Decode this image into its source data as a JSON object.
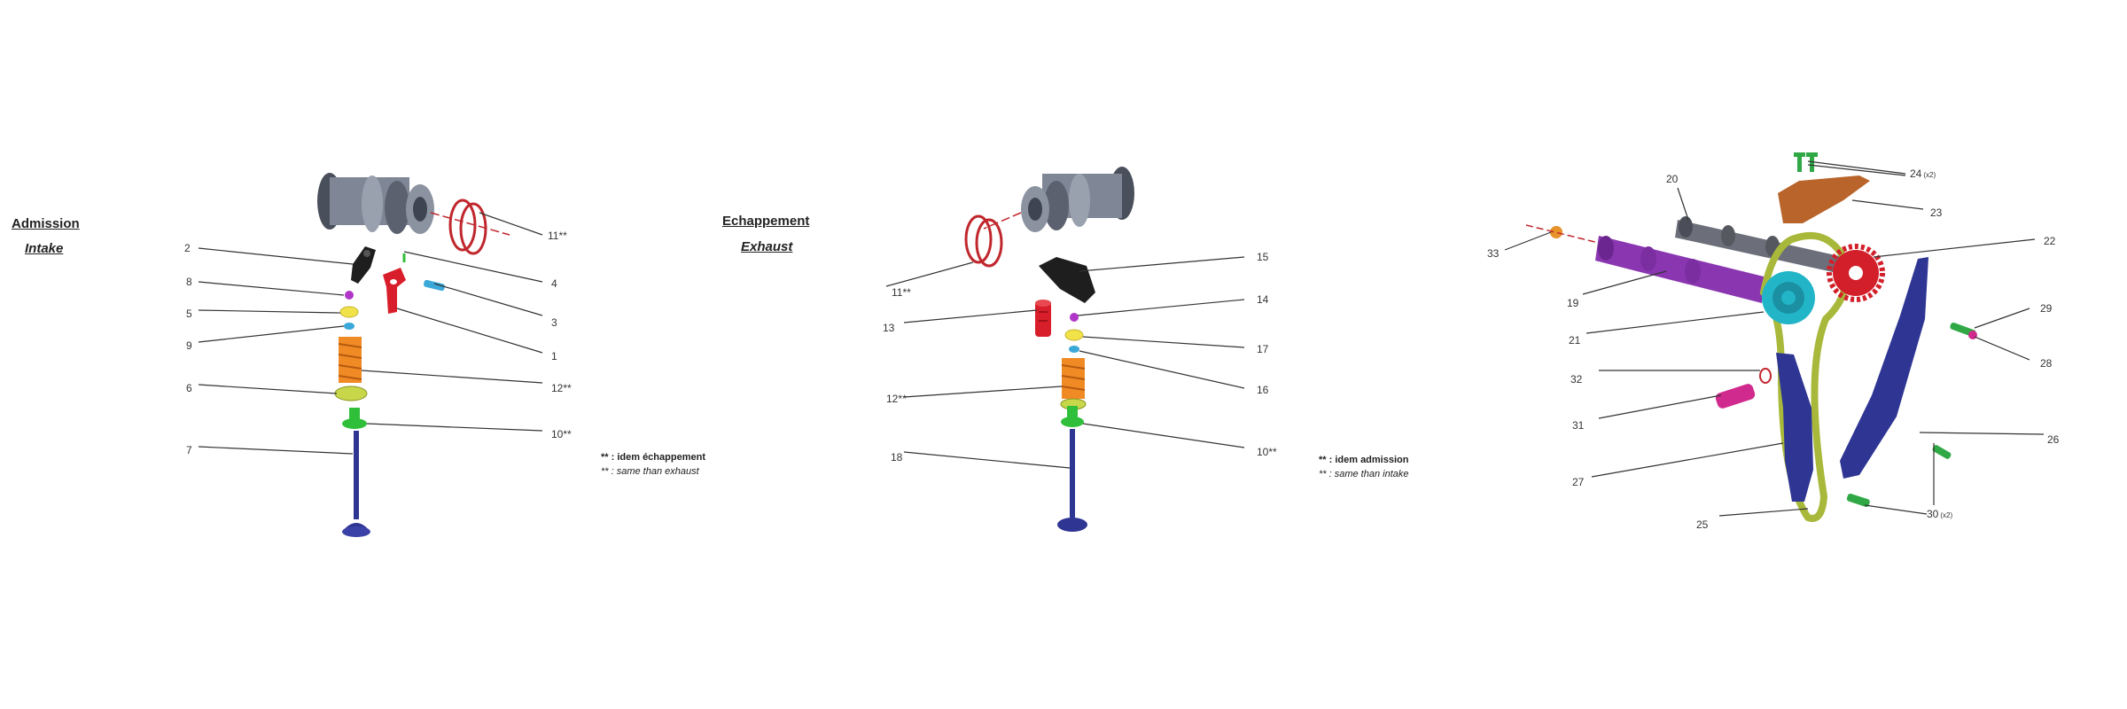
{
  "intake": {
    "title_fr": "Admission",
    "title_en": "Intake",
    "note_fr": "** : idem échappement",
    "note_en": "** : same than exhaust",
    "labels": [
      {
        "id": "11",
        "text": "11**"
      },
      {
        "id": "2",
        "text": "2"
      },
      {
        "id": "4",
        "text": "4"
      },
      {
        "id": "8",
        "text": "8"
      },
      {
        "id": "5",
        "text": "5"
      },
      {
        "id": "3",
        "text": "3"
      },
      {
        "id": "9",
        "text": "9"
      },
      {
        "id": "1",
        "text": "1"
      },
      {
        "id": "12",
        "text": "12**"
      },
      {
        "id": "6",
        "text": "6"
      },
      {
        "id": "10",
        "text": "10**"
      },
      {
        "id": "7",
        "text": "7"
      }
    ]
  },
  "exhaust": {
    "title_fr": "Echappement",
    "title_en": "Exhaust",
    "note_fr": "** : idem admission",
    "note_en": "** : same than intake",
    "labels": [
      {
        "id": "15",
        "text": "15"
      },
      {
        "id": "11",
        "text": "11**"
      },
      {
        "id": "14",
        "text": "14"
      },
      {
        "id": "13",
        "text": "13"
      },
      {
        "id": "17",
        "text": "17"
      },
      {
        "id": "16",
        "text": "16"
      },
      {
        "id": "12",
        "text": "12**"
      },
      {
        "id": "10",
        "text": "10**"
      },
      {
        "id": "18",
        "text": "18"
      }
    ]
  },
  "timing": {
    "labels": [
      {
        "id": "24",
        "text": "24",
        "sub": "(x2)"
      },
      {
        "id": "20",
        "text": "20"
      },
      {
        "id": "23",
        "text": "23"
      },
      {
        "id": "22",
        "text": "22"
      },
      {
        "id": "33",
        "text": "33"
      },
      {
        "id": "19",
        "text": "19"
      },
      {
        "id": "29",
        "text": "29"
      },
      {
        "id": "21",
        "text": "21"
      },
      {
        "id": "28",
        "text": "28"
      },
      {
        "id": "32",
        "text": "32"
      },
      {
        "id": "31",
        "text": "31"
      },
      {
        "id": "26",
        "text": "26"
      },
      {
        "id": "27",
        "text": "27"
      },
      {
        "id": "30",
        "text": "30",
        "sub": "(x2)"
      },
      {
        "id": "25",
        "text": "25"
      }
    ]
  },
  "colors": {
    "camshaft": "#7f8796",
    "camshaft_dark": "#3e4452",
    "ring": "#c0272d",
    "rocker": "#1e1e1e",
    "tappet": "#d81e2a",
    "pin": "#3aa8d8",
    "spring": "#f08a24",
    "seat": "#c8d64a",
    "cap": "#f2e24a",
    "keeper": "#b036c8",
    "guide": "#2fbf3a",
    "valve": "#2e3593",
    "chain": "#a8b83a",
    "sprocket": "#d21f2a",
    "phaser": "#22b5c8",
    "cam_purple": "#8a36b0",
    "cam_grey": "#6c6f7a",
    "cover": "#b8642a",
    "bolt": "#2fa845",
    "tensioner": "#d12a8e",
    "plug": "#e8922a"
  }
}
